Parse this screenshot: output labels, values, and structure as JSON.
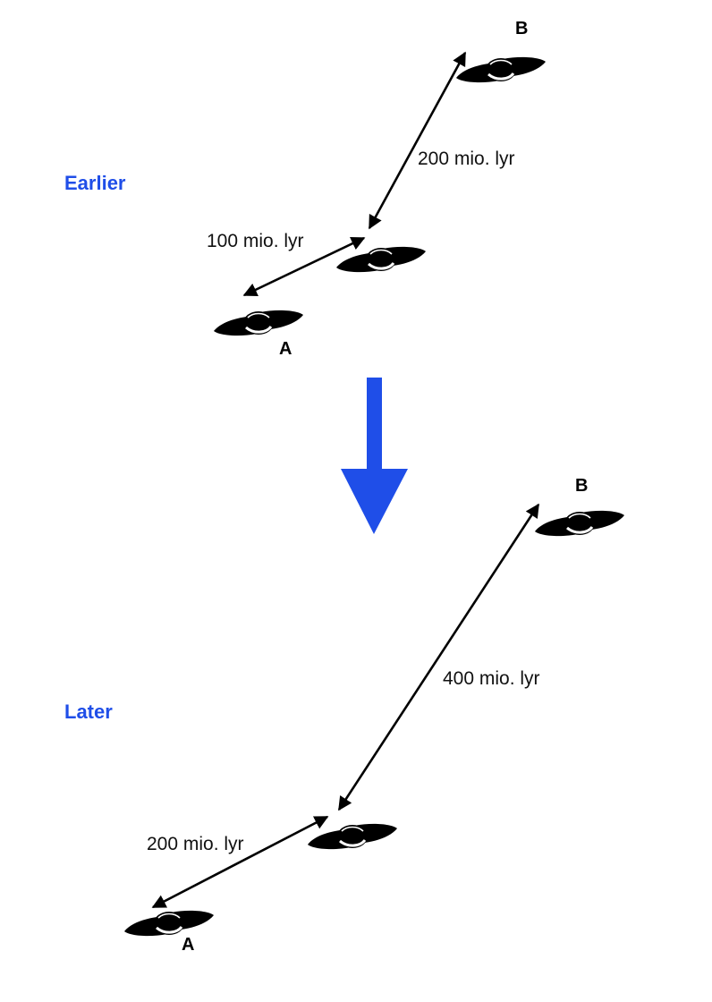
{
  "stages": {
    "earlier": {
      "label": "Earlier",
      "galaxy_a": "A",
      "galaxy_b": "B",
      "distance_a_mid": "100 mio. lyr",
      "distance_mid_b": "200 mio. lyr"
    },
    "later": {
      "label": "Later",
      "galaxy_a": "A",
      "galaxy_b": "B",
      "distance_a_mid": "200 mio. lyr",
      "distance_mid_b": "400 mio. lyr"
    }
  },
  "colors": {
    "stage_label": "#1f4ee8",
    "transition_arrow": "#1f4ee8",
    "galaxy": "#000000"
  },
  "icons": {
    "galaxy": "spiral-galaxy-icon",
    "transition": "down-arrow-icon"
  }
}
